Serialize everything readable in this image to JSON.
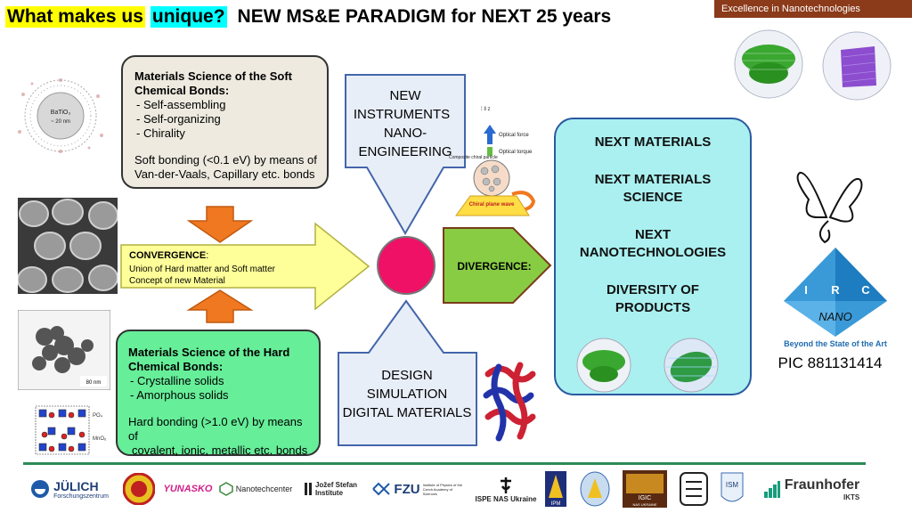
{
  "header": {
    "title_part1": "What makes us",
    "title_part2": "unique?",
    "title_part3": "NEW MS&E PARADIGM for NEXT 25 years",
    "badge": "Excellence in Nanotechnologies"
  },
  "soft_box": {
    "title": "Materials Science of the Soft Chemical Bonds:",
    "items": [
      "Self-assembling",
      "Self-organizing",
      "Chirality"
    ],
    "description": "Soft bonding (<0.1 eV) by means of Van-der-Vaals, Capillary etc.  bonds"
  },
  "hard_box": {
    "title": "Materials Science of the Hard Chemical Bonds:",
    "items": [
      "Crystalline solids",
      "Amorphous solids"
    ],
    "description_line1": "Hard bonding (>1.0 eV) by means of",
    "description_line2": "covalent, ionic, metallic etc. bonds"
  },
  "convergence": {
    "title": "CONVERGENCE",
    "colon": ":",
    "line1": "Union of Hard matter and Soft matter",
    "line2": "Concept of new Material"
  },
  "top_arrow": {
    "line1": "NEW",
    "line2": "INSTRUMENTS",
    "line3": "NANO-",
    "line4": "ENGINEERING"
  },
  "bottom_arrow": {
    "line1": "DESIGN",
    "line2": "SIMULATION",
    "line3": "DIGITAL MATERIALS"
  },
  "divergence": {
    "label": "DIVERGENCE:"
  },
  "next_box": {
    "items": [
      [
        "NEXT MATERIALS"
      ],
      [
        "NEXT MATERIALS",
        "SCIENCE"
      ],
      [
        "NEXT",
        "NANOTECHNOLOGIES"
      ],
      [
        "DIVERSITY OF",
        "PRODUCTS"
      ]
    ]
  },
  "nanoparticle_image": {
    "label_line1": "BaTiO₃",
    "label_line2": "~ 20 nm"
  },
  "tem_image": {
    "scale_label": "80 nm"
  },
  "crystal_image": {
    "label1": "PO₄",
    "label2": "MnO₆"
  },
  "chiral_diagram": {
    "optical_force": "Optical force",
    "optical_torque": "Optical torque",
    "composite_label": "Composite chiral particle",
    "plane_wave": "Chiral plane wave"
  },
  "irc_logo": {
    "letter_i": "I",
    "letter_r": "R",
    "letter_c": "C",
    "nano": "NANO",
    "slogan": "Beyond the State of the Art"
  },
  "pic_label": "PIC 881131414",
  "partners": [
    {
      "name": "JÜLICH",
      "sub": "Forschungszentrum"
    },
    {
      "name": "YUNASKO"
    },
    {
      "name": "Nanotechcenter"
    },
    {
      "name": "Jožef Stefan",
      "sub": "Institute"
    },
    {
      "name": "FZU",
      "sub": "Institute of Physics of the Czech Academy of Sciences"
    },
    {
      "name": "ISPE NAS Ukraine"
    },
    {
      "name": "IPM"
    },
    {
      "name": "IGIC",
      "sub": "NAS UKRAINE"
    },
    {
      "name": "ISM"
    },
    {
      "name": "Fraunhofer",
      "sub": "IKTS"
    }
  ],
  "colors": {
    "orange": "#f07820",
    "yellow_arrow": "#ffff99",
    "divergence_green": "#88cc44",
    "circle_red": "#ee1166",
    "next_box": "#aaf0f0"
  }
}
